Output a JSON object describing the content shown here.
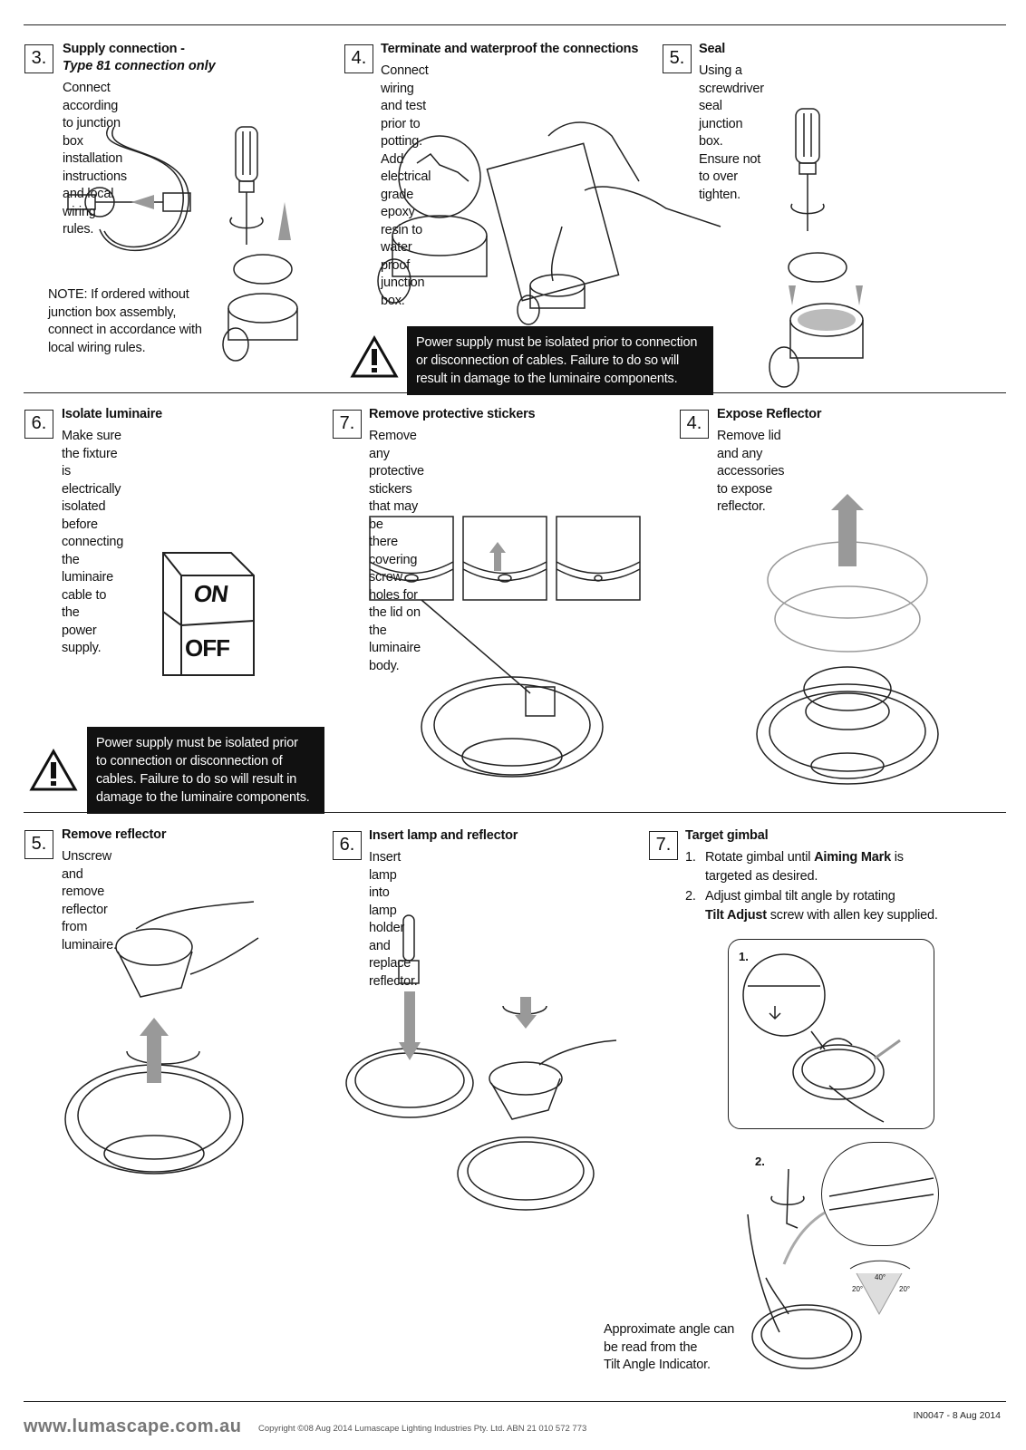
{
  "steps": {
    "s3": {
      "num": "3.",
      "title": "Supply connection -",
      "subtitle": "Type 81 connection only",
      "lines": [
        "Connect according to junction box installation",
        "instructions and local wiring rules."
      ]
    },
    "s4a": {
      "num": "4.",
      "title": "Terminate and waterproof the connections",
      "lines": [
        "Connect wiring and test prior to potting. Add",
        "electrical grade epoxy resin to water proof",
        "junction box."
      ]
    },
    "s5a": {
      "num": "5.",
      "title": "Seal",
      "lines": [
        "Using a screwdriver seal junction box.",
        "Ensure not to over tighten."
      ]
    },
    "s6a": {
      "num": "6.",
      "title": "Isolate luminaire",
      "lines": [
        "Make sure the fixture is electrically isolated",
        "before connecting the luminaire cable to the",
        "power supply."
      ]
    },
    "s7a": {
      "num": "7.",
      "title": "Remove protective stickers",
      "lines": [
        "Remove any protective stickers that may be",
        "there covering screw holes for the lid on the",
        "luminaire body."
      ]
    },
    "s4b": {
      "num": "4.",
      "title": "Expose Reflector",
      "lines": [
        "Remove lid and any accessories to expose",
        "reflector."
      ]
    },
    "s5b": {
      "num": "5.",
      "title": "Remove reflector",
      "lines": [
        "Unscrew and remove reflector",
        "from luminaire."
      ]
    },
    "s6b": {
      "num": "6.",
      "title": "Insert lamp and reflector",
      "lines": [
        "Insert lamp into lamp holder and replace",
        "reflector."
      ]
    },
    "s7b": {
      "num": "7.",
      "title": "Target gimbal",
      "items": [
        {
          "n": "1.",
          "pre": "Rotate gimbal until ",
          "bold": "Aiming Mark",
          "post": " is",
          "line2": "targeted as desired."
        },
        {
          "n": "2.",
          "pre": "Adjust gimbal tilt angle by rotating",
          "bold2": "Tilt Adjust",
          "post2": " screw with allen key supplied."
        }
      ]
    }
  },
  "note": [
    "NOTE: If ordered without",
    "junction box assembly,",
    "connect in accordance with",
    "local wiring rules."
  ],
  "warning1": [
    "Power supply must be isolated prior to connection",
    "or disconnection of cables. Failure to do so will",
    "result in damage to the luminaire components."
  ],
  "warning2": [
    "Power supply must be isolated prior",
    "to connection or disconnection of",
    "cables. Failure to do so will result in",
    "damage to the luminaire components."
  ],
  "switch": {
    "on": "ON",
    "off": "OFF"
  },
  "gimbal_panel": {
    "label1": "1.",
    "label2": "2.",
    "angle_top": "40°",
    "angle_left": "20°",
    "angle_right": "20°"
  },
  "caption": [
    "Approximate angle can",
    "be read from the",
    "Tilt Angle Indicator."
  ],
  "footer": {
    "url": "www.lumascape.com.au",
    "copyright": "Copyright ©08 Aug 2014 Lumascape Lighting Industries Pty. Ltd.   ABN 21 010 572 773",
    "code": "IN0047 - 8 Aug 2014"
  }
}
